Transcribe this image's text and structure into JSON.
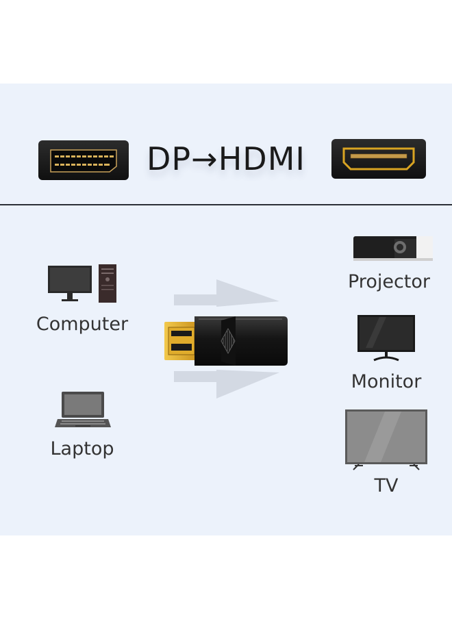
{
  "header": {
    "title": "DP→HDMI"
  },
  "sources": [
    {
      "label": "Computer",
      "icon": "desktop-computer-icon"
    },
    {
      "label": "Laptop",
      "icon": "laptop-icon"
    }
  ],
  "targets": [
    {
      "label": "Projector",
      "icon": "projector-icon"
    },
    {
      "label": "Monitor",
      "icon": "monitor-icon"
    },
    {
      "label": "TV",
      "icon": "tv-icon"
    }
  ],
  "colors": {
    "panel_background": "#ecf2fb",
    "divider": "#2b2f36",
    "connector_body": "#1b1b1b",
    "gold_contacts": "#d9a422",
    "arrow": "#d3d9e3"
  }
}
